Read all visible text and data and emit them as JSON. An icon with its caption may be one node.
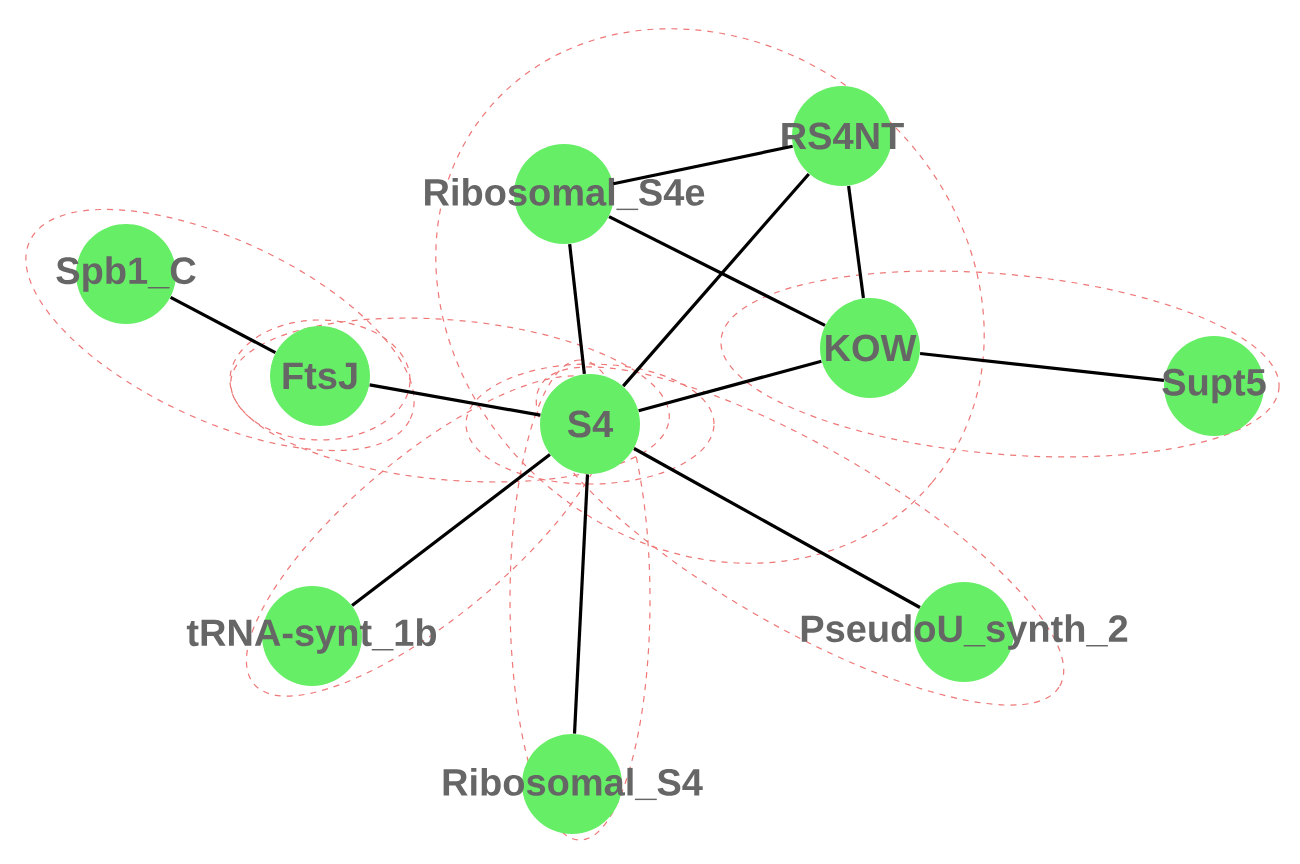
{
  "diagram": {
    "nodes": [
      {
        "text": [
          "RS4NT"
        ]
      },
      {
        "text": [
          "Ribosomal_S4e"
        ]
      },
      {
        "text": [
          "Spb1_C"
        ]
      },
      {
        "text": [
          "FtsJ"
        ]
      },
      {
        "text": [
          "KOW"
        ]
      },
      {
        "text": [
          "Supt5"
        ]
      },
      {
        "text": [
          "S4"
        ]
      },
      {
        "text": [
          "tRNA-synt_1b"
        ]
      },
      {
        "text": [
          "PseudoU_synth_2"
        ]
      },
      {
        "text": [
          "Ribosomal_S4"
        ]
      }
    ],
    "edges": [
      {
        "from": 1,
        "to": 0,
        "arrow": "none"
      },
      {
        "from": 1,
        "to": 4,
        "arrow": "none"
      },
      {
        "from": 1,
        "to": 6,
        "arrow": "none"
      },
      {
        "from": 0,
        "to": 6,
        "arrow": "none"
      },
      {
        "from": 0,
        "to": 4,
        "arrow": "none"
      },
      {
        "from": 2,
        "to": 3,
        "arrow": "none"
      },
      {
        "from": 3,
        "to": 6,
        "arrow": "none"
      },
      {
        "from": 6,
        "to": 4,
        "arrow": "none"
      },
      {
        "from": 4,
        "to": 5,
        "arrow": "none"
      },
      {
        "from": 6,
        "to": 7,
        "arrow": "none"
      },
      {
        "from": 6,
        "to": 9,
        "arrow": "none"
      },
      {
        "from": 6,
        "to": 8,
        "arrow": "none"
      }
    ]
  }
}
